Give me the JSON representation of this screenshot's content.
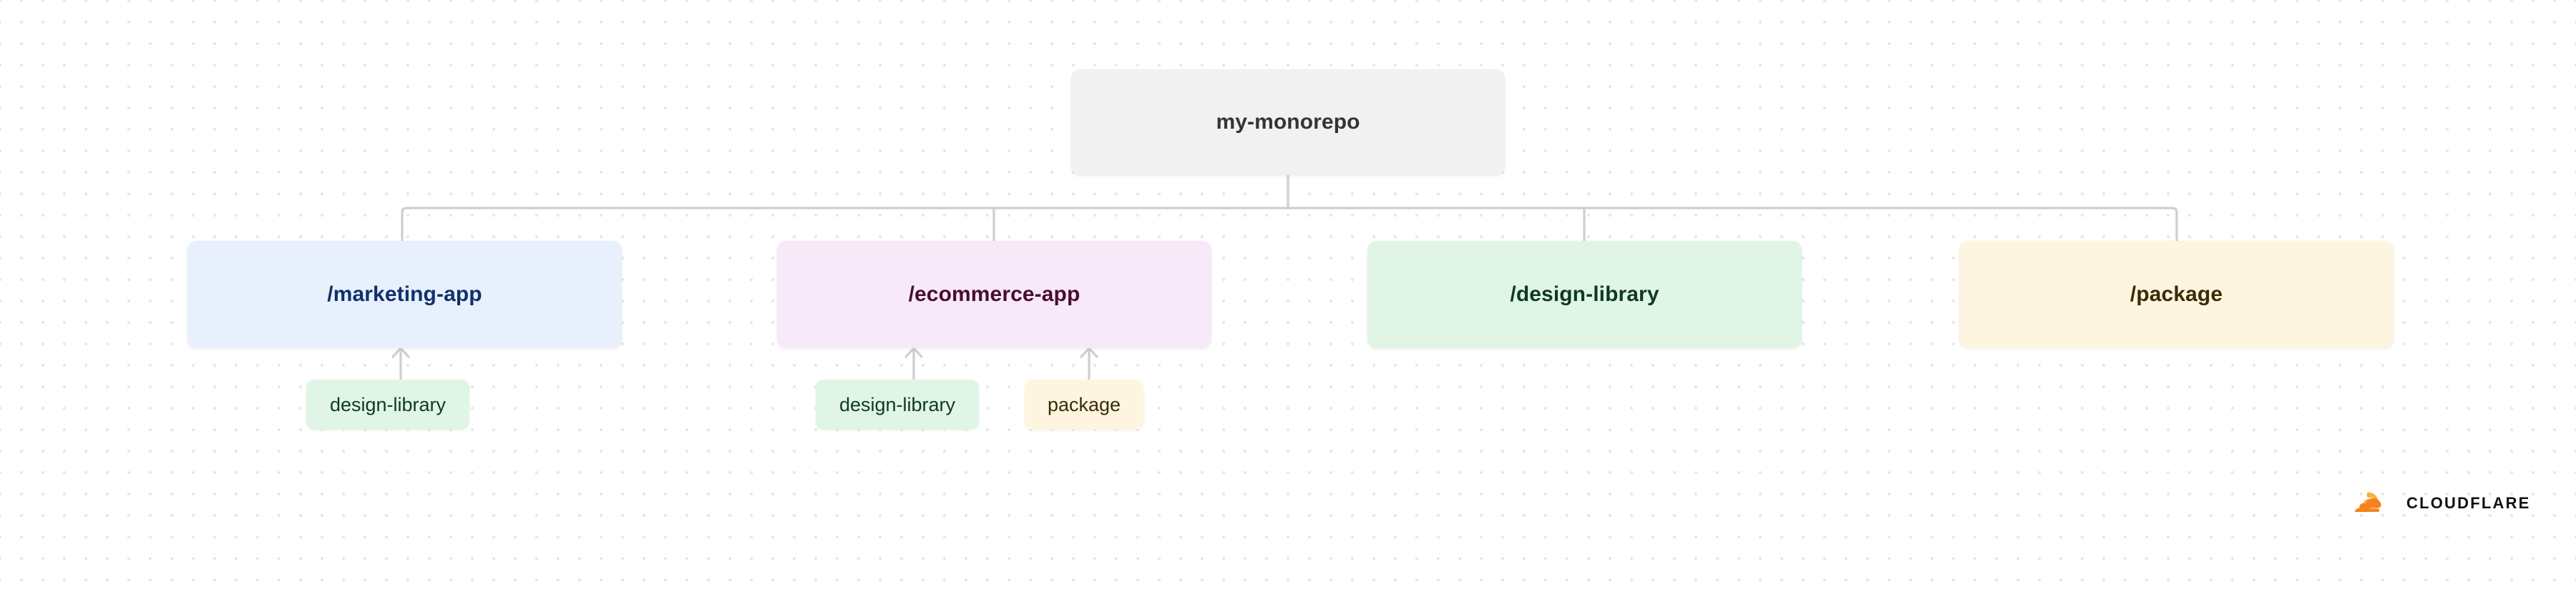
{
  "diagram": {
    "type": "dependency-tree",
    "root": {
      "id": "root",
      "label": "my-monorepo",
      "fill": "#f1f1f1",
      "text_color": "#343434"
    },
    "children": [
      {
        "id": "marketing",
        "label": "/marketing-app",
        "fill": "#e8f0fd",
        "text_color": "#10316b",
        "dependencies": [
          "design-library"
        ]
      },
      {
        "id": "ecommerce",
        "label": "/ecommerce-app",
        "fill": "#f7e9f8",
        "text_color": "#4a0d2e",
        "dependencies": [
          "design-library",
          "package"
        ]
      },
      {
        "id": "design",
        "label": "/design-library",
        "fill": "#e0f5e6",
        "text_color": "#103a21",
        "dependencies": []
      },
      {
        "id": "package",
        "label": "/package",
        "fill": "#fdf5e0",
        "text_color": "#3c2c06",
        "dependencies": []
      }
    ],
    "chips": [
      {
        "id": "marketing-design",
        "label": "design-library",
        "fill": "#e0f5e6",
        "text_color": "#103a21"
      },
      {
        "id": "ecommerce-design",
        "label": "design-library",
        "fill": "#e0f5e6",
        "text_color": "#103a21"
      },
      {
        "id": "ecommerce-package",
        "label": "package",
        "fill": "#fdf5e0",
        "text_color": "#3c2c06"
      }
    ],
    "connector_color": "#cfcfd1"
  },
  "brand": {
    "wordmark": "CLOUDFLARE",
    "cloud_primary": "#f6821f",
    "cloud_secondary": "#fbad41",
    "wordmark_color": "#111113"
  },
  "background": {
    "color": "#ffffff",
    "dot_color": "#e6e7e9"
  }
}
